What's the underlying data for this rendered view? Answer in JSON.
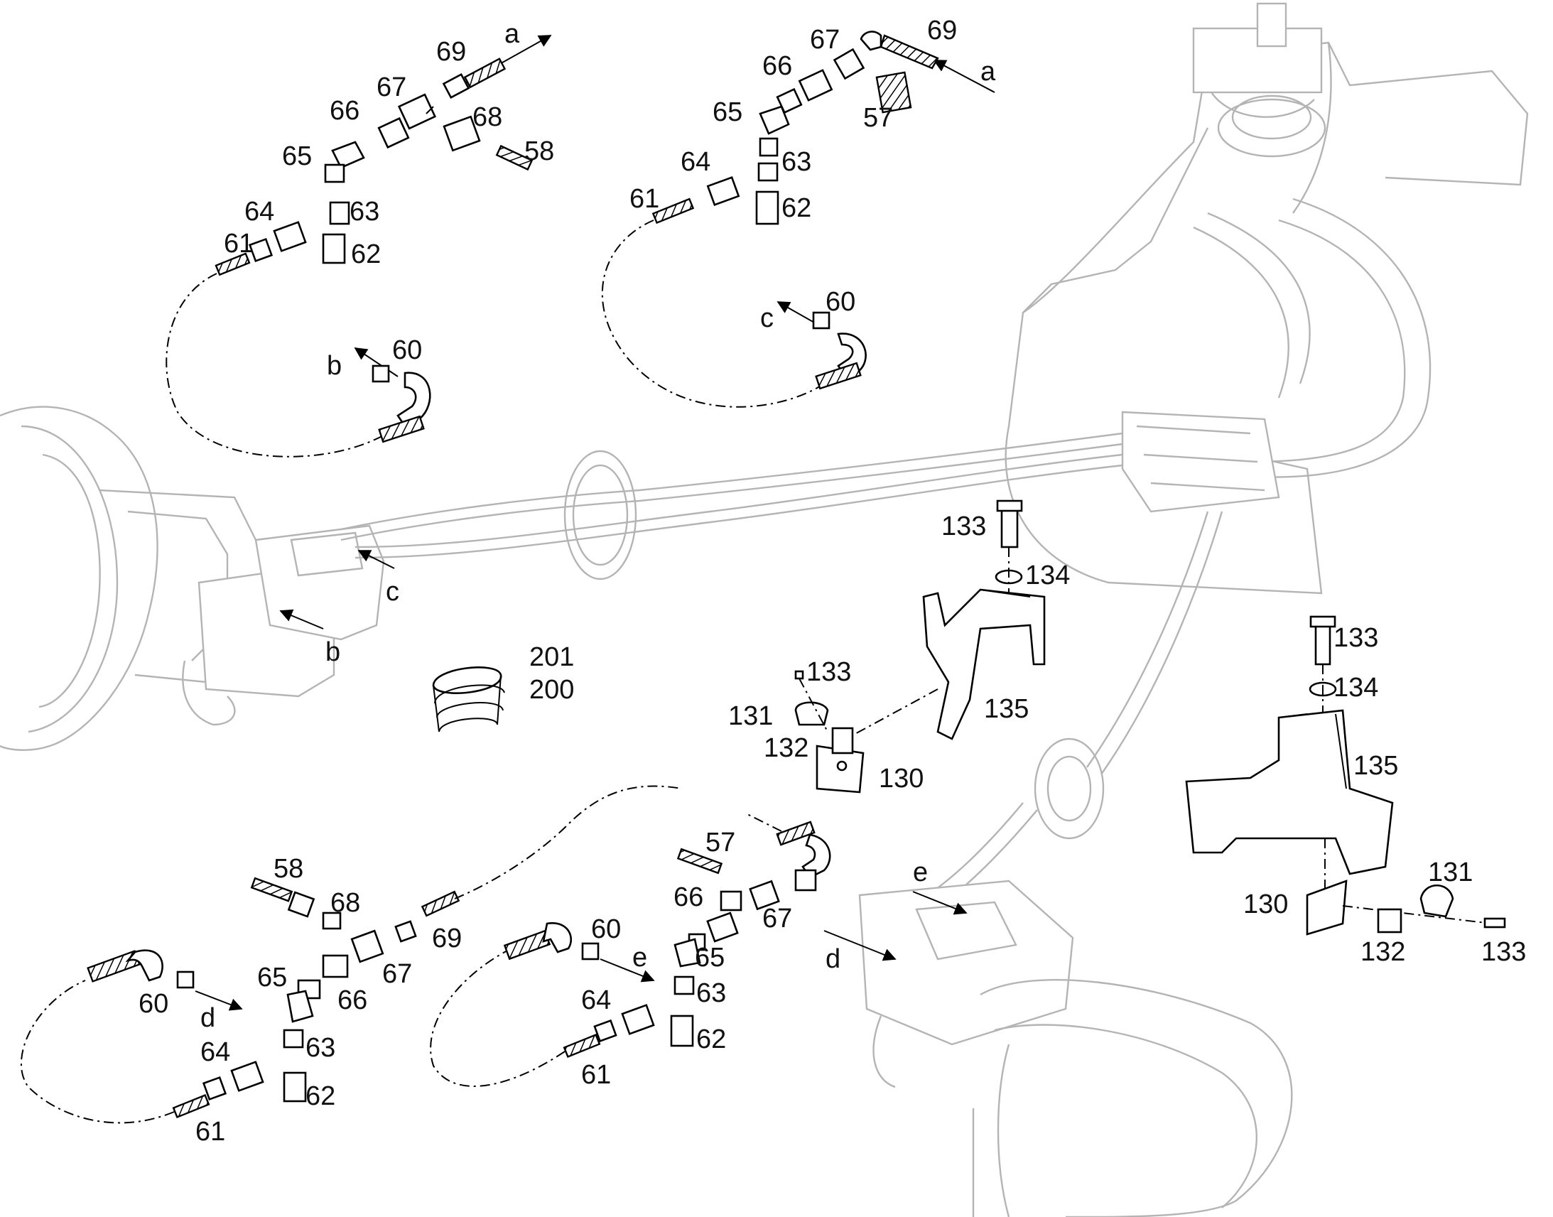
{
  "diagram": {
    "colors": {
      "line": "#000000",
      "ghost": "#b4b4b4",
      "background": "#ffffff"
    },
    "callouts": [
      {
        "id": "l1",
        "text": "69"
      },
      {
        "id": "l2",
        "text": "a"
      },
      {
        "id": "l3",
        "text": "67"
      },
      {
        "id": "l4",
        "text": "66"
      },
      {
        "id": "l5",
        "text": "68"
      },
      {
        "id": "l6",
        "text": "65"
      },
      {
        "id": "l7",
        "text": "58"
      },
      {
        "id": "l8",
        "text": "64"
      },
      {
        "id": "l9",
        "text": "63"
      },
      {
        "id": "l10",
        "text": "61"
      },
      {
        "id": "l11",
        "text": "62"
      },
      {
        "id": "l12",
        "text": "b"
      },
      {
        "id": "l13",
        "text": "60"
      },
      {
        "id": "r1",
        "text": "67"
      },
      {
        "id": "r2",
        "text": "69"
      },
      {
        "id": "r3",
        "text": "66"
      },
      {
        "id": "r4",
        "text": "a"
      },
      {
        "id": "r5",
        "text": "65"
      },
      {
        "id": "r6",
        "text": "57"
      },
      {
        "id": "r7",
        "text": "64"
      },
      {
        "id": "r8",
        "text": "63"
      },
      {
        "id": "r9",
        "text": "61"
      },
      {
        "id": "r10",
        "text": "62"
      },
      {
        "id": "r11",
        "text": "c"
      },
      {
        "id": "r12",
        "text": "60"
      },
      {
        "id": "m1",
        "text": "c"
      },
      {
        "id": "m2",
        "text": "b"
      },
      {
        "id": "m3",
        "text": "201"
      },
      {
        "id": "m4",
        "text": "200"
      },
      {
        "id": "k1",
        "text": "133"
      },
      {
        "id": "k2",
        "text": "134"
      },
      {
        "id": "k3",
        "text": "135"
      },
      {
        "id": "k4",
        "text": "133"
      },
      {
        "id": "k5",
        "text": "131"
      },
      {
        "id": "k6",
        "text": "132"
      },
      {
        "id": "k7",
        "text": "130"
      },
      {
        "id": "j1",
        "text": "133"
      },
      {
        "id": "j2",
        "text": "134"
      },
      {
        "id": "j3",
        "text": "135"
      },
      {
        "id": "j4",
        "text": "131"
      },
      {
        "id": "j5",
        "text": "130"
      },
      {
        "id": "j6",
        "text": "132"
      },
      {
        "id": "j7",
        "text": "133"
      },
      {
        "id": "s1",
        "text": "58"
      },
      {
        "id": "s2",
        "text": "68"
      },
      {
        "id": "s3",
        "text": "69"
      },
      {
        "id": "s4",
        "text": "65"
      },
      {
        "id": "s5",
        "text": "67"
      },
      {
        "id": "s6",
        "text": "66"
      },
      {
        "id": "s7",
        "text": "60"
      },
      {
        "id": "s8",
        "text": "d"
      },
      {
        "id": "s9",
        "text": "64"
      },
      {
        "id": "s10",
        "text": "63"
      },
      {
        "id": "s11",
        "text": "62"
      },
      {
        "id": "s12",
        "text": "61"
      },
      {
        "id": "t1",
        "text": "57"
      },
      {
        "id": "t2",
        "text": "60"
      },
      {
        "id": "t3",
        "text": "66"
      },
      {
        "id": "t4",
        "text": "67"
      },
      {
        "id": "t5",
        "text": "e"
      },
      {
        "id": "t6",
        "text": "65"
      },
      {
        "id": "t7",
        "text": "64"
      },
      {
        "id": "t8",
        "text": "63"
      },
      {
        "id": "t9",
        "text": "62"
      },
      {
        "id": "t10",
        "text": "61"
      },
      {
        "id": "u1",
        "text": "e"
      },
      {
        "id": "u2",
        "text": "d"
      }
    ]
  }
}
